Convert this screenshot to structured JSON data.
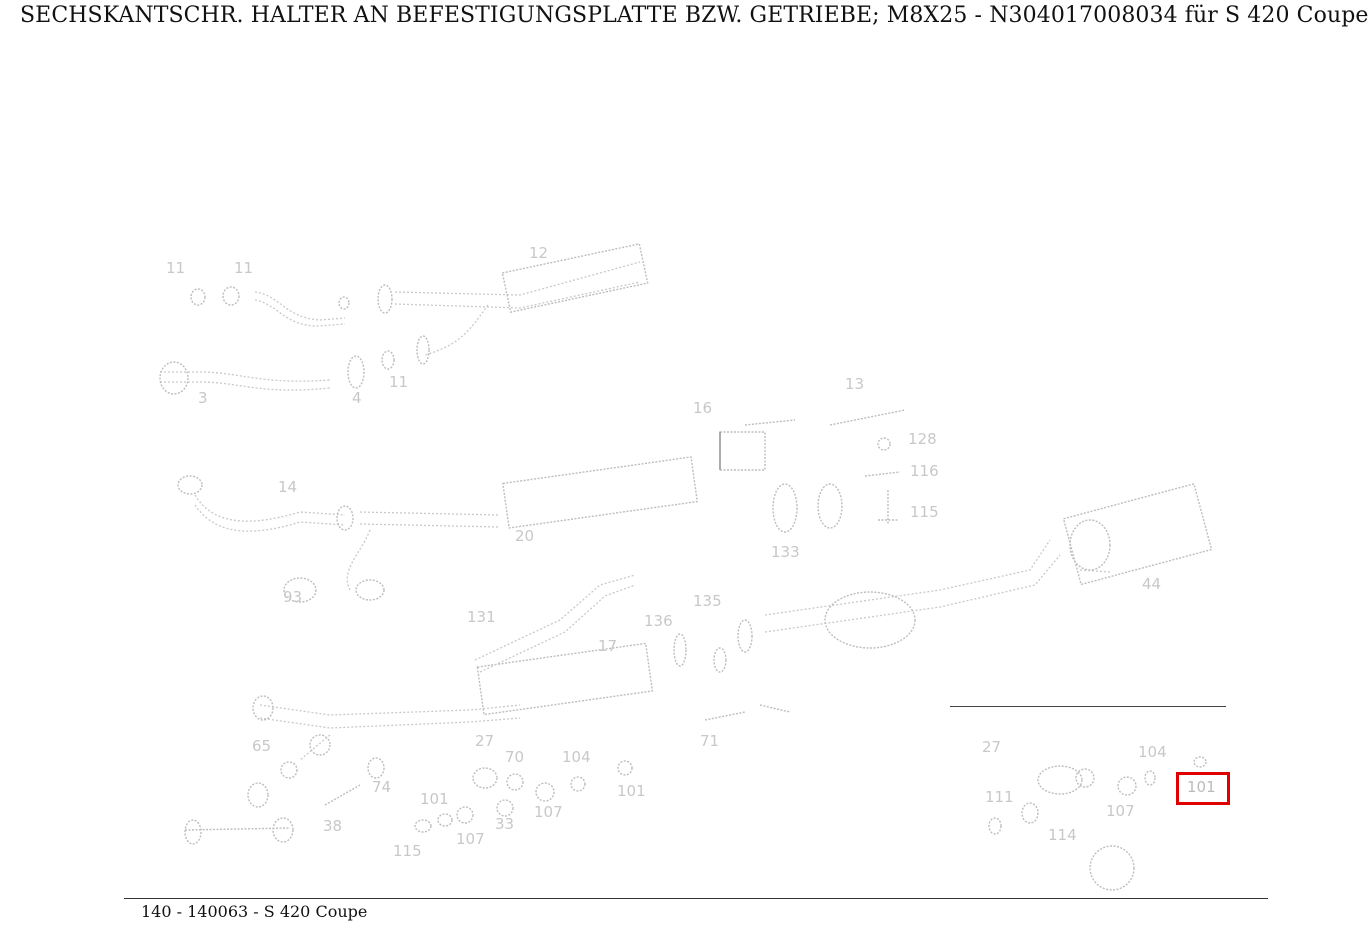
{
  "title": "SECHSKANTSCHR. HALTER AN BEFESTIGUNGSPLATTE BZW. GETRIEBE; M8X25 - N304017008034 für S 420 Coupe",
  "footer": "140 - 140063 - S 420 Coupe",
  "highlighted_callout": "101",
  "callouts": [
    "11",
    "11",
    "12",
    "3",
    "4",
    "11",
    "14",
    "20",
    "93",
    "131",
    "17",
    "135",
    "136",
    "16",
    "13",
    "128",
    "116",
    "115",
    "133",
    "44",
    "65",
    "38",
    "74",
    "27",
    "104",
    "101",
    "101",
    "107",
    "107",
    "33",
    "115",
    "70",
    "71",
    "27",
    "104",
    "111",
    "114",
    "107"
  ]
}
